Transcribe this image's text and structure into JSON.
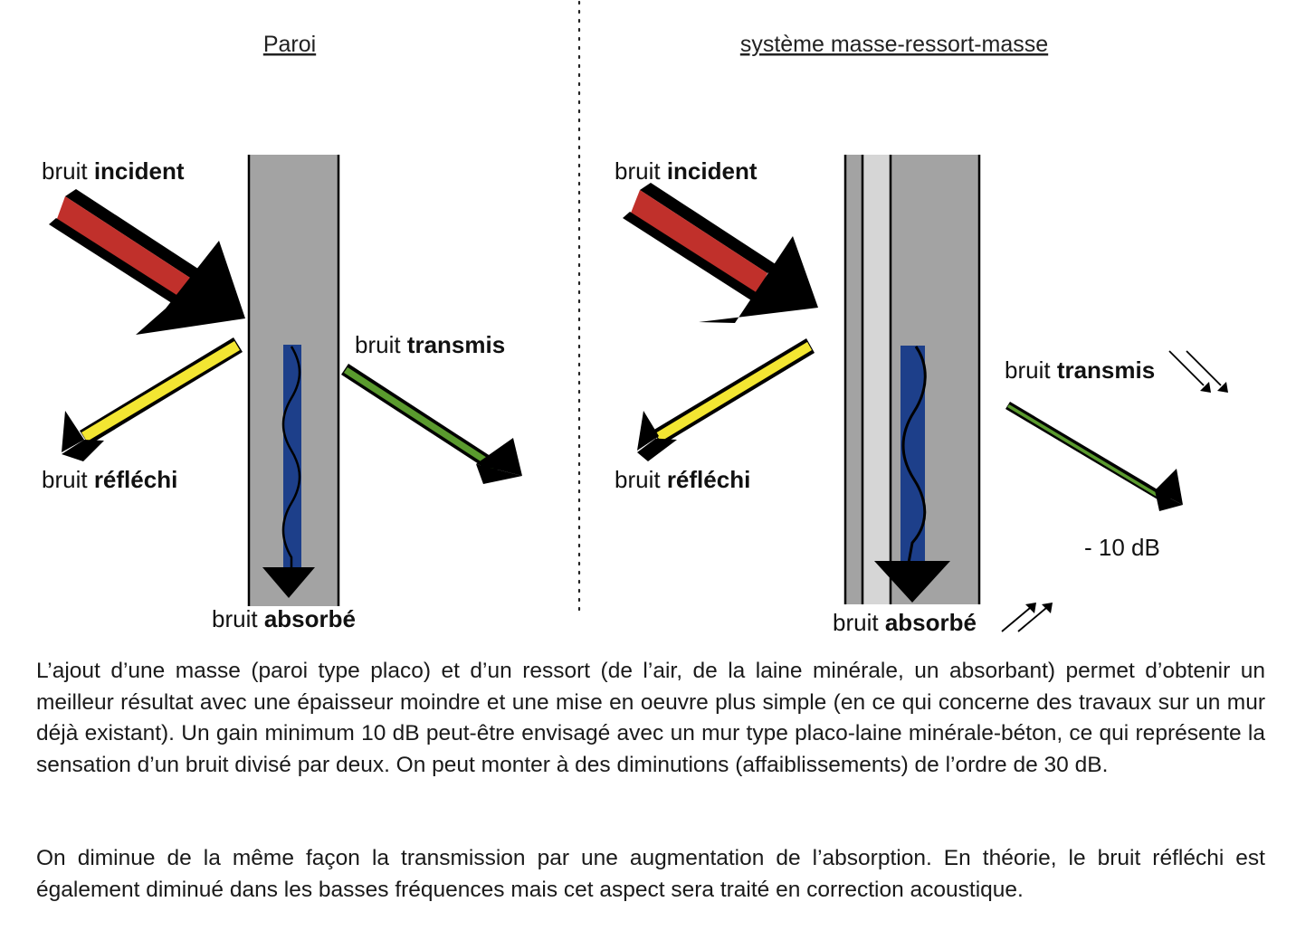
{
  "titles": {
    "left": "Paroi",
    "right": "système masse-ressort-masse"
  },
  "left_panel": {
    "incident": {
      "prefix": "bruit ",
      "bold": "incident"
    },
    "reflected": {
      "prefix": "bruit ",
      "bold": "réfléchi"
    },
    "transmitted": {
      "prefix": "bruit ",
      "bold": "transmis"
    },
    "absorbed": {
      "prefix": "bruit ",
      "bold": "absorbé"
    }
  },
  "right_panel": {
    "incident": {
      "prefix": "bruit ",
      "bold": "incident"
    },
    "reflected": {
      "prefix": "bruit ",
      "bold": "réfléchi"
    },
    "transmitted": {
      "prefix": "bruit ",
      "bold": "transmis"
    },
    "absorbed": {
      "prefix": "bruit ",
      "bold": "absorbé"
    },
    "reduction_label": "- 10 dB"
  },
  "colors": {
    "wall": "#a3a3a3",
    "air_gap": "#d6d6d6",
    "incident": "#c0302b",
    "reflected": "#f3e632",
    "transmitted": "#5a9a2e",
    "absorbed": "#1d3f8a"
  },
  "paragraphs": [
    "L’ajout d’une masse (paroi type placo) et d’un ressort (de l’air, de la laine minérale, un absorbant) permet d’obtenir un meilleur résultat avec une épaisseur moindre et une mise en oeuvre plus simple (en ce qui concerne des travaux sur un mur déjà existant). Un gain minimum 10 dB peut-être envisagé avec un mur type placo-laine minérale-béton, ce qui représente la sensation d’un bruit divisé par deux. On peut monter à des diminutions (affaiblissements) de l’ordre de 30 dB.",
    "On diminue de la même façon la transmission par une augmentation de l’absorption. En théorie, le bruit réfléchi est également diminué dans les basses fréquences mais cet aspect sera traité en correction acoustique."
  ]
}
